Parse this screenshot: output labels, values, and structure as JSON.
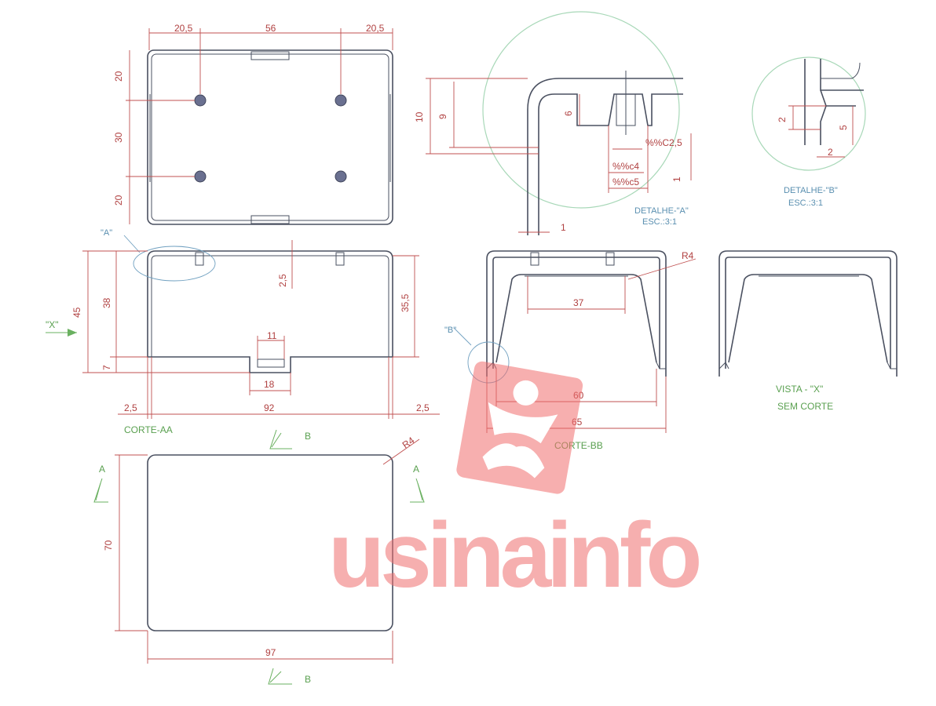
{
  "top_view": {
    "dim_left": "20,5",
    "dim_mid": "56",
    "dim_right": "20,5",
    "dim_v1": "20",
    "dim_v2": "30",
    "dim_v3": "20"
  },
  "section_aa": {
    "detail_marker": "\"A\"",
    "view_marker": "\"X\"",
    "dim_45": "45",
    "dim_38": "38",
    "dim_7": "7",
    "dim_2_5_top": "2,5",
    "dim_35_5": "35,5",
    "dim_11": "11",
    "dim_18": "18",
    "dim_2_5_left": "2,5",
    "dim_92": "92",
    "dim_2_5_right": "2,5",
    "title": "CORTE-AA"
  },
  "detail_a": {
    "dim_10": "10",
    "dim_9": "9",
    "dim_6": "6",
    "dim_c2_5": "%%C2,5",
    "dim_c4": "%%c4",
    "dim_c5": "%%c5",
    "dim_1_right": "1",
    "dim_1_bottom": "1",
    "title": "DETALHE-\"A\"",
    "scale": "ESC.:3:1"
  },
  "detail_b": {
    "dim_2_left": "2",
    "dim_5": "5",
    "dim_2_bottom": "2",
    "title": "DETALHE-\"B\"",
    "scale": "ESC.:3:1"
  },
  "section_bb": {
    "detail_marker": "\"B\"",
    "dim_r4": "R4",
    "dim_37": "37",
    "dim_60": "60",
    "dim_65": "65",
    "title": "CORTE-BB"
  },
  "view_x": {
    "title_line1": "VISTA - \"X\"",
    "title_line2": "SEM CORTE"
  },
  "bottom_view": {
    "section_b_top": "B",
    "section_b_bottom": "B",
    "section_a_left": "A",
    "section_a_right": "A",
    "dim_r4": "R4",
    "dim_70": "70",
    "dim_97": "97"
  },
  "watermark": {
    "text": "usinainfo"
  }
}
